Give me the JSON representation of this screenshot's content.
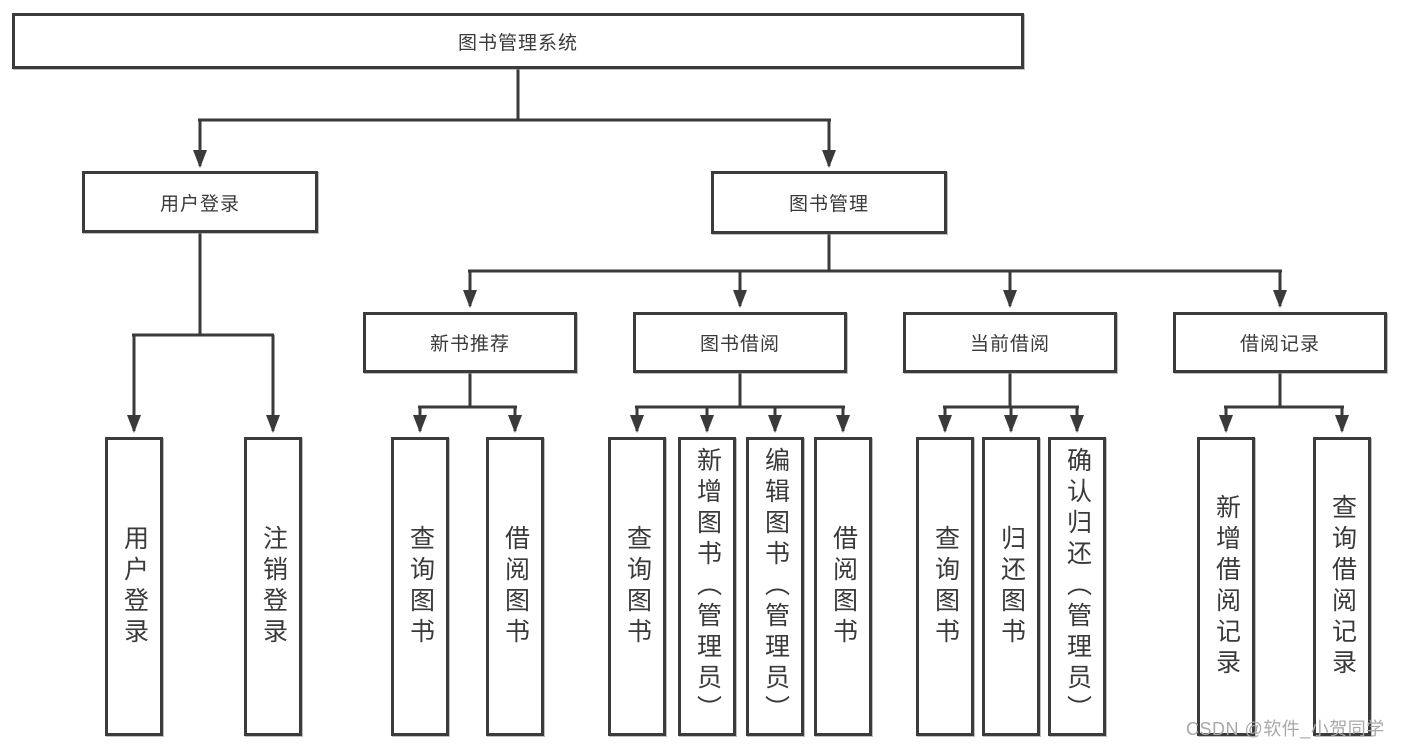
{
  "diagram": {
    "root": {
      "label": "图书管理系统"
    },
    "branches": [
      {
        "label": "用户登录",
        "leaves": [
          "用户登录",
          "注销登录"
        ]
      },
      {
        "label": "图书管理",
        "sections": [
          {
            "label": "新书推荐",
            "leaves": [
              "查询图书",
              "借阅图书"
            ]
          },
          {
            "label": "图书借阅",
            "leaves": [
              "查询图书",
              "新增图书（管理员）",
              "编辑图书（管理员）",
              "借阅图书"
            ]
          },
          {
            "label": "当前借阅",
            "leaves": [
              "查询图书",
              "归还图书",
              "确认归还（管理员）"
            ]
          },
          {
            "label": "借阅记录",
            "leaves": [
              "新增借阅记录",
              "查询借阅记录"
            ]
          }
        ]
      }
    ]
  },
  "watermark": {
    "text": "CSDN @软件_小贺同学"
  },
  "colors": {
    "line": "#3a3a3a",
    "box_border": "#3b3b3b",
    "text": "#3a3a3a",
    "watermark": "#a9a9a9",
    "background": "#ffffff"
  }
}
